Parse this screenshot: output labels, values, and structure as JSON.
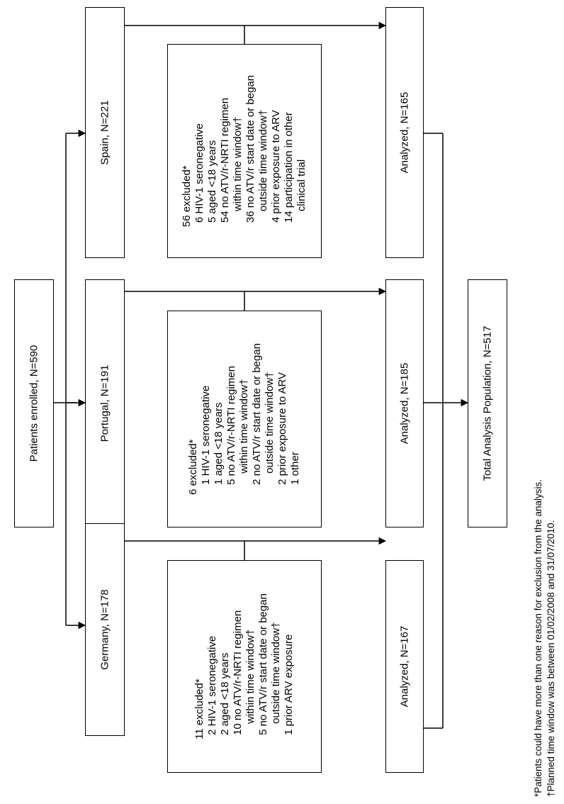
{
  "enrolled": {
    "label": "Patients enrolled, N=590"
  },
  "countries": [
    {
      "key": "germany",
      "label": "Germany, N=178",
      "analyzed": "Analyzed, N=167",
      "excluded": {
        "head": "11 excluded*",
        "lines": [
          "2 HIV-1 seronegative",
          "2 aged <18 years",
          "10 no ATV/r-NRTI regimen",
          "within time window†",
          "5 no ATV/r start date or began",
          "outside time window†",
          "1 prior ARV exposure"
        ]
      }
    },
    {
      "key": "portugal",
      "label": "Portugal, N=191",
      "analyzed": "Analyzed, N=185",
      "excluded": {
        "head": "6 excluded*",
        "lines": [
          "1 HIV-1 seronegative",
          "1 aged <18 years",
          "5 no ATV/r-NRTI regimen",
          "within time window†",
          "2 no ATV/r start date or began",
          "outside time window†",
          "2 prior exposure to ARV",
          "1 other"
        ]
      }
    },
    {
      "key": "spain",
      "label": "Spain, N=221",
      "analyzed": "Analyzed, N=165",
      "excluded": {
        "head": "56 excluded*",
        "lines": [
          "6 HIV-1 seronegative",
          "5 aged <18 years",
          "54 no ATV/r-NRTI regimen",
          "within time window†",
          "36 no ATV/r start date or began",
          "outside time window†",
          "4 prior exposure to ARV",
          "14 participation in other",
          "clinical trial"
        ]
      }
    }
  ],
  "total": {
    "label": "Total Analysis Population, N=517"
  },
  "footnotes": [
    "*Patients could have more than one reason for exclusion from the analysis.",
    "†Planned time window was between 01/02/2008 and 31/07/2010."
  ]
}
